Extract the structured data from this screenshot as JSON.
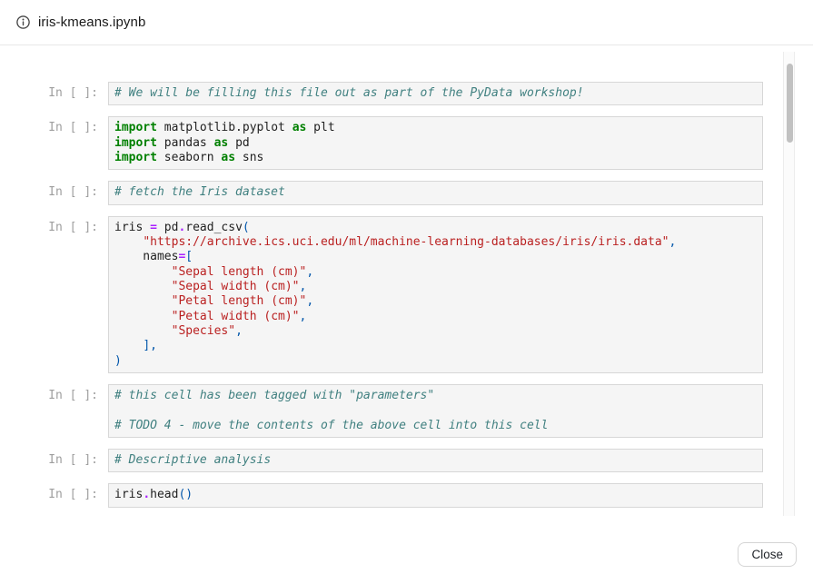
{
  "header": {
    "title": "iris-kmeans.ipynb",
    "icon": "info-icon"
  },
  "notebook": {
    "prompt": "In [ ]:",
    "cells": [
      {
        "lines": [
          [
            [
              "c",
              "# We will be filling this file out as part of the PyData workshop!"
            ]
          ]
        ]
      },
      {
        "lines": [
          [
            [
              "k",
              "import"
            ],
            [
              "v",
              " matplotlib.pyplot "
            ],
            [
              "k",
              "as"
            ],
            [
              "v",
              " plt"
            ]
          ],
          [
            [
              "k",
              "import"
            ],
            [
              "v",
              " pandas "
            ],
            [
              "k",
              "as"
            ],
            [
              "v",
              " pd"
            ]
          ],
          [
            [
              "k",
              "import"
            ],
            [
              "v",
              " seaborn "
            ],
            [
              "k",
              "as"
            ],
            [
              "v",
              " sns"
            ]
          ]
        ]
      },
      {
        "lines": [
          [
            [
              "c",
              "# fetch the Iris dataset"
            ]
          ]
        ]
      },
      {
        "lines": [
          [
            [
              "v",
              "iris "
            ],
            [
              "o",
              "="
            ],
            [
              "v",
              " pd"
            ],
            [
              "o",
              "."
            ],
            [
              "v",
              "read_csv"
            ],
            [
              "p",
              "("
            ]
          ],
          [
            [
              "v",
              "    "
            ],
            [
              "s",
              "\"https://archive.ics.uci.edu/ml/machine-learning-databases/iris/iris.data\""
            ],
            [
              "p",
              ","
            ]
          ],
          [
            [
              "v",
              "    names"
            ],
            [
              "o",
              "="
            ],
            [
              "p",
              "["
            ]
          ],
          [
            [
              "v",
              "        "
            ],
            [
              "s",
              "\"Sepal length (cm)\""
            ],
            [
              "p",
              ","
            ]
          ],
          [
            [
              "v",
              "        "
            ],
            [
              "s",
              "\"Sepal width (cm)\""
            ],
            [
              "p",
              ","
            ]
          ],
          [
            [
              "v",
              "        "
            ],
            [
              "s",
              "\"Petal length (cm)\""
            ],
            [
              "p",
              ","
            ]
          ],
          [
            [
              "v",
              "        "
            ],
            [
              "s",
              "\"Petal width (cm)\""
            ],
            [
              "p",
              ","
            ]
          ],
          [
            [
              "v",
              "        "
            ],
            [
              "s",
              "\"Species\""
            ],
            [
              "p",
              ","
            ]
          ],
          [
            [
              "v",
              "    "
            ],
            [
              "p",
              "],"
            ]
          ],
          [
            [
              "p",
              ")"
            ]
          ]
        ]
      },
      {
        "lines": [
          [
            [
              "c",
              "# this cell has been tagged with \"parameters\""
            ]
          ],
          [],
          [
            [
              "c",
              "# TODO 4 - move the contents of the above cell into this cell"
            ]
          ]
        ]
      },
      {
        "lines": [
          [
            [
              "c",
              "# Descriptive analysis"
            ]
          ]
        ]
      },
      {
        "lines": [
          [
            [
              "v",
              "iris"
            ],
            [
              "o",
              "."
            ],
            [
              "v",
              "head"
            ],
            [
              "p",
              "()"
            ]
          ]
        ]
      }
    ]
  },
  "footer": {
    "close_label": "Close"
  },
  "palette": {
    "keyword": "#008000",
    "string": "#BA2121",
    "comment": "#408080",
    "operator": "#AA22FF",
    "punctuation": "#0055AA",
    "code_text": "#212121",
    "cell_background": "#F5F5F5",
    "cell_border": "#D7D7D7",
    "prompt_gray": "#9E9E9E"
  }
}
